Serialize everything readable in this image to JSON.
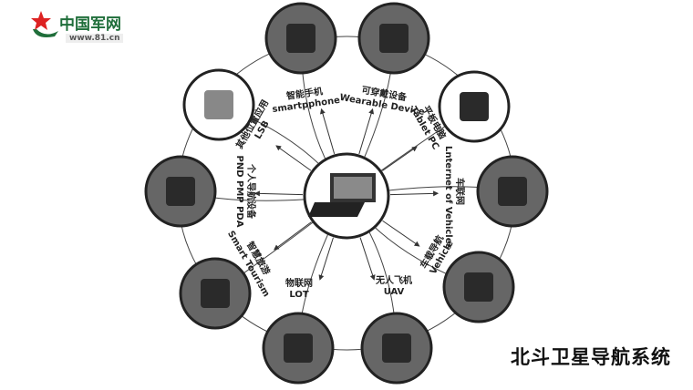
{
  "logo": {
    "name": "中国军网",
    "url": "www.81.cn"
  },
  "title": "北斗卫星导航系统",
  "center": {
    "icon": "tablet-laptop-icon"
  },
  "nodes": [
    {
      "id": "smartphone",
      "zh": "智能手机",
      "en": "smartpphone",
      "icon": "smartphone-icon"
    },
    {
      "id": "wearable",
      "zh": "可穿戴设备",
      "en": "Wearable Device",
      "icon": "smartwatch-icon"
    },
    {
      "id": "tablet",
      "zh": "平板电脑",
      "en": "Tablet PC",
      "icon": "laptop-icon"
    },
    {
      "id": "iov",
      "zh": "车联网",
      "en": "Lnternet of Vehicles",
      "icon": "car-dashboard-icon"
    },
    {
      "id": "vehicle",
      "zh": "车载导航",
      "en": "Vehicle",
      "icon": "car-navigator-icon"
    },
    {
      "id": "uav",
      "zh": "无人飞机",
      "en": "UAV",
      "icon": "drone-icon"
    },
    {
      "id": "lot",
      "zh": "物联网",
      "en": "LOT",
      "icon": "vending-machine-icon"
    },
    {
      "id": "tourism",
      "zh": "智慧旅游",
      "en": "Smart Tourism",
      "icon": "scenic-map-icon"
    },
    {
      "id": "pnd",
      "zh": "个人导航设备",
      "en": "PND PMP PDA",
      "icon": "handheld-device-icon"
    },
    {
      "id": "lsb",
      "zh": "其他位置应用",
      "en": "LSB",
      "icon": "location-pin-icon"
    }
  ]
}
